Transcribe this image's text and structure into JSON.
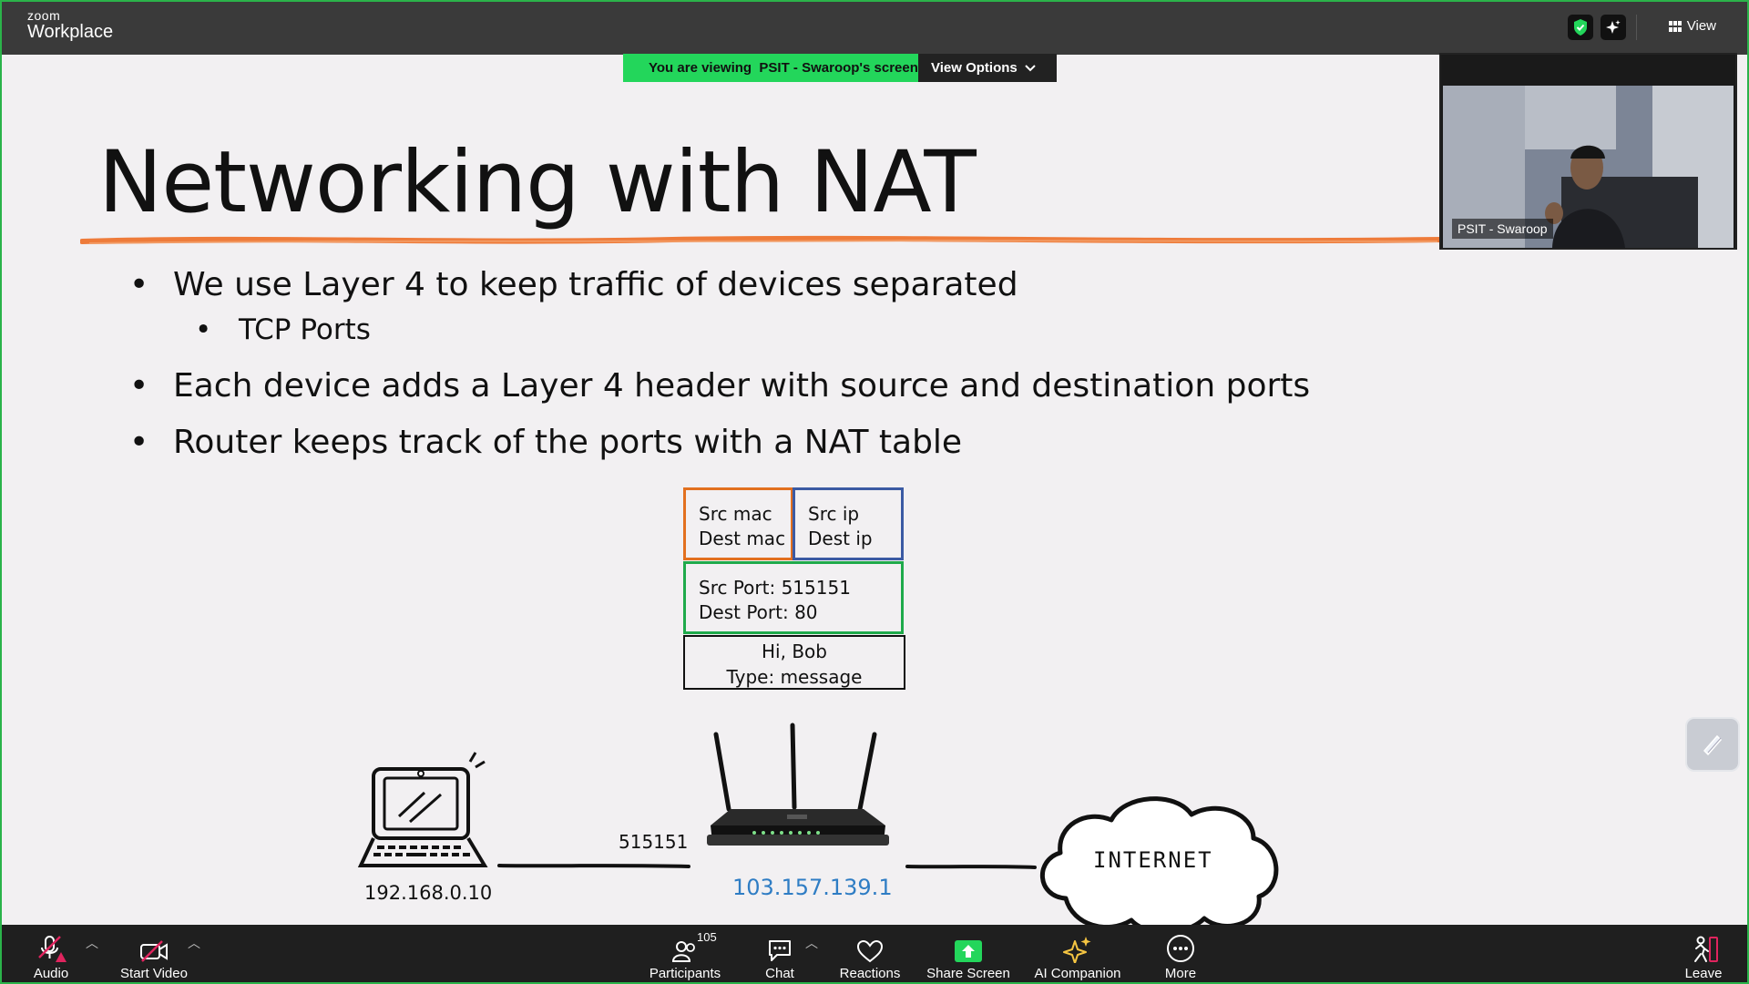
{
  "app": {
    "brand_small": "zoom",
    "brand_big": "Workplace",
    "view_label": "View"
  },
  "banner": {
    "viewing_text": "You are viewing  PSIT - Swaroop's screen",
    "view_options": "View Options"
  },
  "slide": {
    "title": "Networking with NAT",
    "bullets": [
      "We use Layer 4 to keep traffic of devices separated",
      "TCP Ports",
      "Each device adds a Layer 4 header with source and destination ports",
      "Router keeps track of the ports with a NAT table"
    ],
    "bullet_char": "•",
    "packet": {
      "src_mac": "Src mac",
      "dest_mac": "Dest mac",
      "src_ip": "Src ip",
      "dest_ip": "Dest ip",
      "src_port": "Src Port: 515151",
      "dest_port": "Dest Port: 80",
      "msg_line1": "Hi, Bob",
      "msg_line2": "Type: message"
    },
    "diagram": {
      "laptop_ip": "192.168.0.10",
      "link_port": "515151",
      "router_ip": "103.157.139.1",
      "cloud_label": "INTERNET"
    }
  },
  "participant": {
    "name": "PSIT - Swaroop"
  },
  "toolbar": {
    "audio": "Audio",
    "start_video": "Start Video",
    "participants": "Participants",
    "participants_count": "105",
    "chat": "Chat",
    "reactions": "Reactions",
    "share_screen": "Share Screen",
    "ai_companion": "AI Companion",
    "more": "More",
    "leave": "Leave"
  },
  "colors": {
    "share_green": "#23d65b",
    "mac_border": "#e2701f",
    "ip_border": "#3b5aa3",
    "port_border": "#1faa4b",
    "underline": "#ee7b3a",
    "router_ip": "#2f7dc4"
  }
}
